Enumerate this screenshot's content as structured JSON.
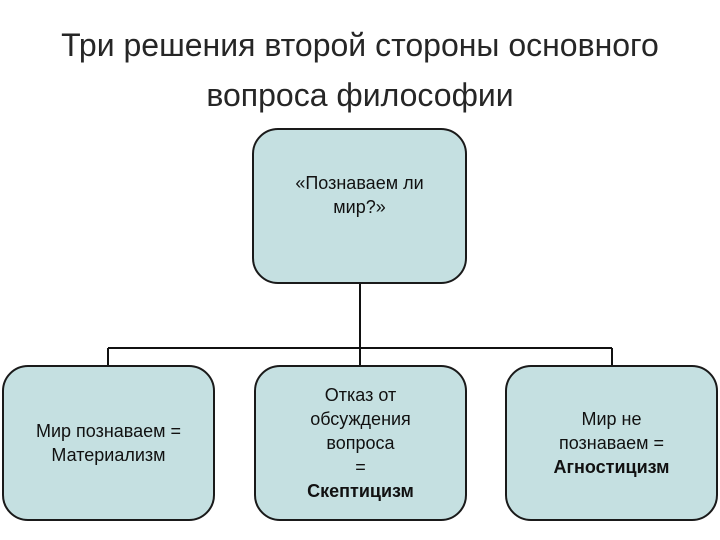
{
  "title": {
    "line1": "Три решения второй стороны основного",
    "line2": "вопроса философии"
  },
  "colors": {
    "box_fill": "#c5e0e1",
    "box_border": "#1a1a1a",
    "connector": "#111111",
    "title_text": "#262626"
  },
  "root": {
    "line1": "«Познаваем ли",
    "line2": "мир?»"
  },
  "branches": {
    "left": {
      "line1": "Мир познаваем =",
      "line2": "Материализм"
    },
    "middle": {
      "line1": "Отказ от",
      "line2": "обсуждения",
      "line3": "вопроса",
      "line4": "=",
      "line5": "Скептицизм"
    },
    "right": {
      "line1": "Мир не",
      "line2": "познаваем =",
      "line3": "Агностицизм"
    }
  }
}
